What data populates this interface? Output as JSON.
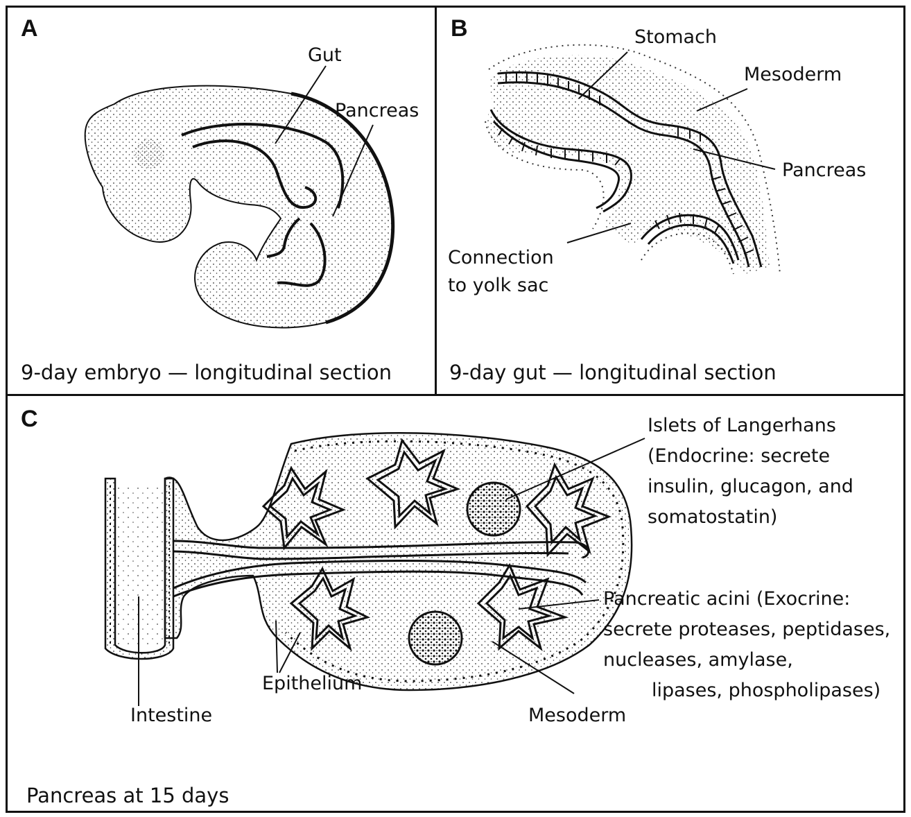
{
  "panels": {
    "a": {
      "letter": "A",
      "labels": {
        "gut": "Gut",
        "pancreas": "Pancreas"
      },
      "caption": "9-day embryo — longitudinal section"
    },
    "b": {
      "letter": "B",
      "labels": {
        "stomach": "Stomach",
        "mesoderm": "Mesoderm",
        "pancreas": "Pancreas",
        "connection_line1": "Connection",
        "connection_line2": "to yolk sac"
      },
      "caption": "9-day gut — longitudinal section"
    },
    "c": {
      "letter": "C",
      "labels": {
        "islets_line1": "Islets of Langerhans",
        "islets_line2": "(Endocrine: secrete",
        "islets_line3": "insulin, glucagon, and",
        "islets_line4": "somatostatin)",
        "acini_line1": "Pancreatic acini (Exocrine:",
        "acini_line2": "secrete proteases, peptidases,",
        "acini_line3": "nucleases, amylase,",
        "acini_line4": "lipases, phospholipases)",
        "intestine": "Intestine",
        "epithelium": "Epithelium",
        "mesoderm": "Mesoderm"
      },
      "caption": "Pancreas at 15 days"
    }
  }
}
